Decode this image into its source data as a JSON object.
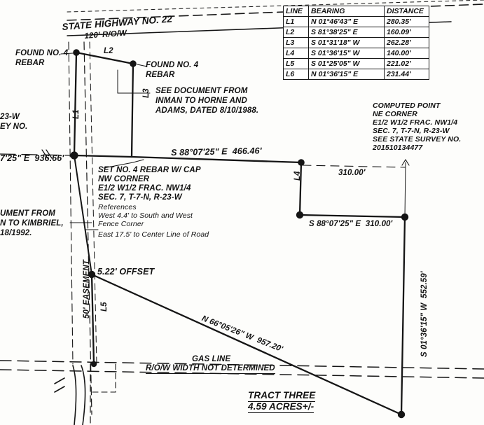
{
  "document": {
    "type": "survey-plat",
    "tract_label": "TRACT THREE",
    "tract_acreage": "4.59 ACRES+/-"
  },
  "line_table": {
    "headers": [
      "LINE",
      "BEARING",
      "DISTANCE"
    ],
    "rows": [
      {
        "line": "L1",
        "bearing": "N 01°46'43\" E",
        "distance": "280.35'"
      },
      {
        "line": "L2",
        "bearing": "S 81°38'25\" E",
        "distance": "160.09'"
      },
      {
        "line": "L3",
        "bearing": "S 01°31'18\" W",
        "distance": "262.28'"
      },
      {
        "line": "L4",
        "bearing": "S 01°36'15\" W",
        "distance": "140.00'"
      },
      {
        "line": "L5",
        "bearing": "S 01°25'05\" W",
        "distance": "221.02'"
      },
      {
        "line": "L6",
        "bearing": "N 01°36'15\" E",
        "distance": "231.44'"
      }
    ]
  },
  "highway": {
    "name": "STATE HIGHWAY NO. 22",
    "row_width": "120' R/O/W"
  },
  "monuments": {
    "found_rebar_left": "FOUND NO. 4\nREBAR",
    "found_rebar_right": "FOUND NO. 4\nREBAR"
  },
  "notes": {
    "inman_document": "SEE DOCUMENT FROM\nINMAN TO HORNE AND\nADAMS, DATED 8/10/1988.",
    "set_rebar_title": "SET NO. 4 REBAR W/ CAP",
    "set_rebar_corner": "NW CORNER",
    "set_rebar_frac": "E1/2 W1/2 FRAC. NW1/4",
    "set_rebar_sec": "SEC. 7, T-7-N, R-23-W",
    "set_rebar_ref_heading": "References",
    "set_rebar_ref_1": "West 4.4' to South and West",
    "set_rebar_ref_2": "Fence Corner",
    "set_rebar_ref_3": "East 17.5' to Center Line of Road",
    "computed_point_title": "COMPUTED POINT",
    "computed_point_corner": "NE CORNER",
    "computed_point_frac": "E1/2 W1/2 FRAC. NW1/4",
    "computed_point_sec": "SEC. 7, T-7-N, R-23-W",
    "computed_point_survey_ref": "SEE STATE SURVEY NO.",
    "computed_point_survey_no": "201510134477",
    "kimbriel_document": "UMENT FROM\nN TO KIMBRIEL,\n18/1992.",
    "gas_line": "GAS LINE",
    "gas_line_row": "R/O/W WIDTH NOT DETERMINED",
    "easement": "50' EASEMENT",
    "offset": "5.22' OFFSET"
  },
  "clipped_left": {
    "range_frag": "23-W",
    "survey_frag": "EY NO.",
    "bearing_frag": "7'25\" E  936.66'"
  },
  "bearings": {
    "north_line": "S 88°07'25\" E  466.46'",
    "inner_north": "310.00'",
    "inner_south": "S 88°07'25\" E  310.00'",
    "east_line": "S 01°36'15\" W  552.59'",
    "diagonal": "N 66°05'26\" W  957.20'"
  },
  "line_ids": {
    "l1": "L1",
    "l2": "L2",
    "l3": "L3",
    "l4": "L4",
    "l5": "L5"
  },
  "colors": {
    "ink": "#121212",
    "paper": "#fdfdfb"
  }
}
